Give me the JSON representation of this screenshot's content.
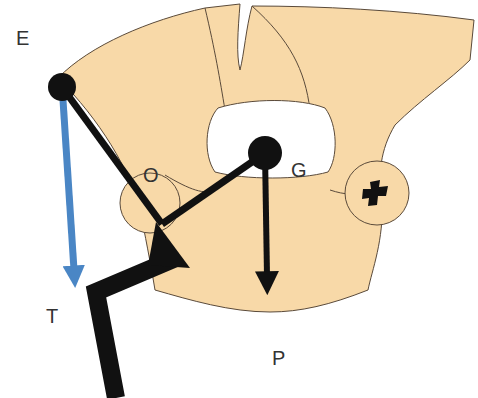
{
  "diagram": {
    "labels": [
      "E",
      "O",
      "G",
      "T",
      "P"
    ]
  }
}
